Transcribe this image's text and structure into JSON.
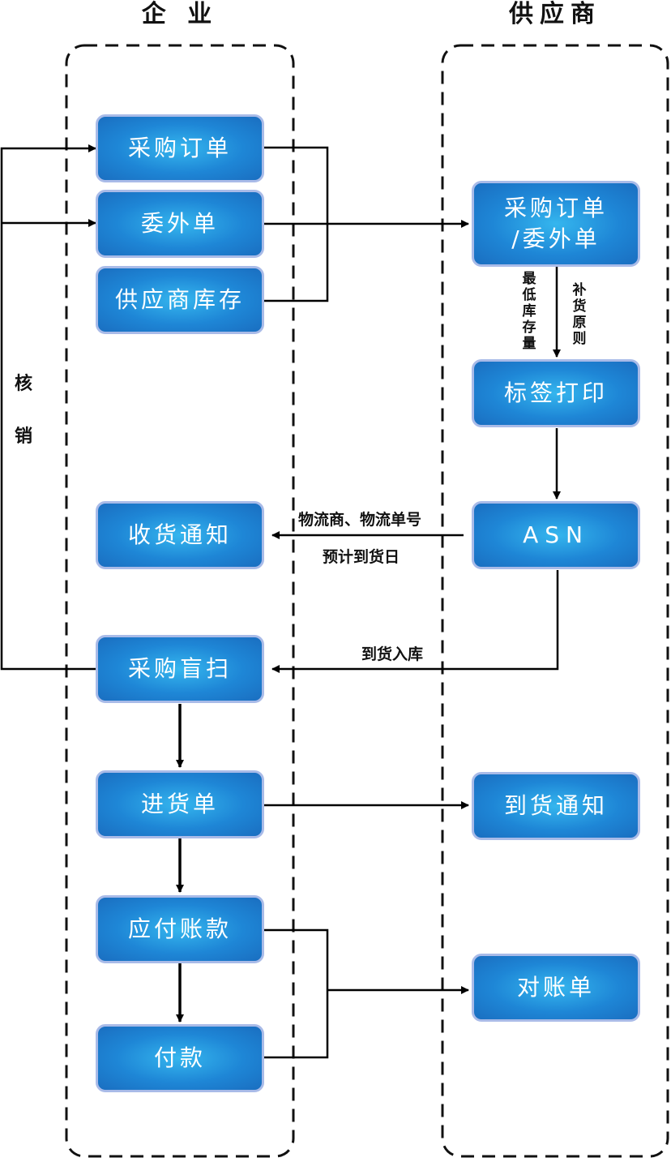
{
  "lanes": {
    "enterprise": "企 业",
    "supplier": "供应商"
  },
  "nodes": {
    "purchase_order": "采购订单",
    "outsource_order": "委外单",
    "supplier_stock": "供应商库存",
    "receive_notice": "收货通知",
    "blind_scan": "采购盲扫",
    "stock_in_order": "进货单",
    "payable": "应付账款",
    "payment": "付款",
    "supplier_order": "采购订单\n/委外单",
    "label_print": "标签打印",
    "asn": "ASN",
    "arrival_notice": "到货通知",
    "statement": "对账单"
  },
  "labels": {
    "writeoff_1": "核",
    "writeoff_2": "销",
    "min_stock": "最低库存量",
    "replenish": "补货原则",
    "logistics": "物流商、物流单号",
    "eta": "预计到货日",
    "arrival_storage": "到货入库"
  }
}
